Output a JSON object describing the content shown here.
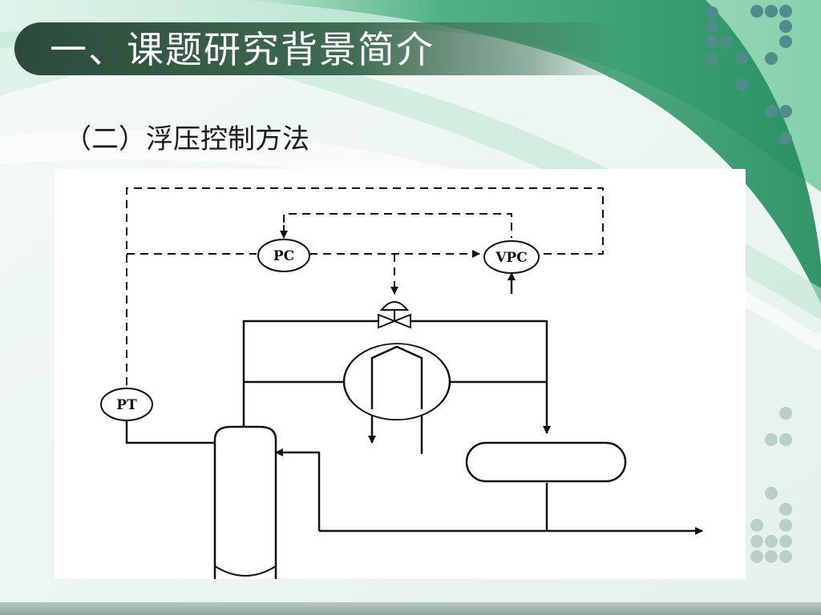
{
  "slide": {
    "title": "一、课题研究背景简介",
    "subtitle": "（二）浮压控制方法"
  },
  "diagram": {
    "instruments": {
      "pc": "PC",
      "vpc": "VPC",
      "pt": "PT"
    }
  },
  "colors": {
    "title_bar": "#2c4a3a",
    "title_text": "#ffffff",
    "accent_green": "#3fae7a",
    "dot_teal": "#4f8c8c",
    "dot_pale": "#b8d0c8"
  }
}
